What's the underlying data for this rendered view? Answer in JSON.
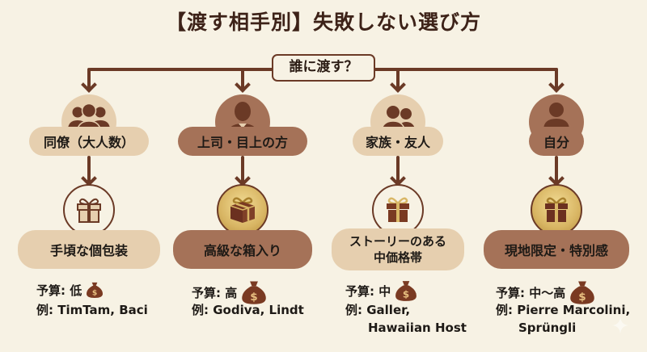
{
  "title": "【渡す相手別】失敗しない選び方",
  "root": {
    "label": "誰に渡す？"
  },
  "colors": {
    "background": "#f7f2e4",
    "line": "#6b3a26",
    "light_fill": "#e6cfaf",
    "dark_fill": "#a57258",
    "gold": "#d8b563",
    "icon_brown": "#6b3a26"
  },
  "branches": [
    {
      "recipient": "同僚（大人数）",
      "recipient_icon": "group-three-people-icon",
      "gift_style": "手頃な個包装",
      "gift_icon": "gift-box-outline-icon",
      "budget_label": "予算: 低",
      "budget_icon": "money-bag-small-icon",
      "example_prefix": "例:",
      "example_lines": [
        "TimTam, Baci"
      ]
    },
    {
      "recipient": "上司・目上の方",
      "recipient_icon": "businessperson-icon",
      "gift_style": "高級な箱入り",
      "gift_icon": "gift-box-gold-icon",
      "budget_label": "予算: 高",
      "budget_icon": "money-bag-large-icon",
      "example_prefix": "例:",
      "example_lines": [
        "Godiva, Lindt"
      ]
    },
    {
      "recipient": "家族・友人",
      "recipient_icon": "two-people-icon",
      "gift_style": [
        "ストーリーのある",
        "中価格帯"
      ],
      "gift_icon": "gift-box-outline-icon",
      "budget_label": "予算: 中",
      "budget_icon": "money-bag-medium-icon",
      "example_prefix": "例:",
      "example_lines": [
        "Galler,",
        "Hawaiian Host"
      ]
    },
    {
      "recipient": "自分",
      "recipient_icon": "single-person-icon",
      "gift_style": "現地限定・特別感",
      "gift_icon": "gift-box-gold-icon",
      "budget_label": "予算: 中〜高",
      "budget_icon": "money-bag-large-icon",
      "example_prefix": "例:",
      "example_lines": [
        "Pierre Marcolini,",
        "Sprüngli"
      ]
    }
  ]
}
